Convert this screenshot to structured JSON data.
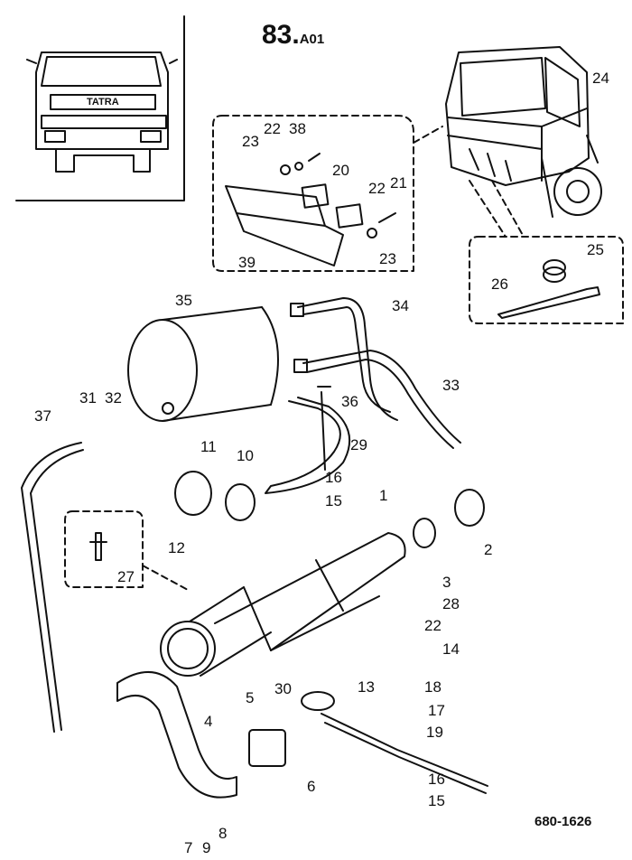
{
  "header": {
    "page_number": "83.",
    "page_suffix": "A01"
  },
  "drawing_code": "680-1626",
  "truck_badge": "TATRA",
  "callouts": [
    "1",
    "2",
    "3",
    "4",
    "5",
    "6",
    "7",
    "8",
    "9",
    "10",
    "11",
    "12",
    "13",
    "14",
    "15",
    "15",
    "16",
    "16",
    "17",
    "18",
    "19",
    "20",
    "21",
    "22",
    "22",
    "22",
    "23",
    "23",
    "24",
    "25",
    "26",
    "27",
    "28",
    "29",
    "30",
    "31",
    "32",
    "33",
    "34",
    "35",
    "36",
    "37",
    "38",
    "39"
  ]
}
